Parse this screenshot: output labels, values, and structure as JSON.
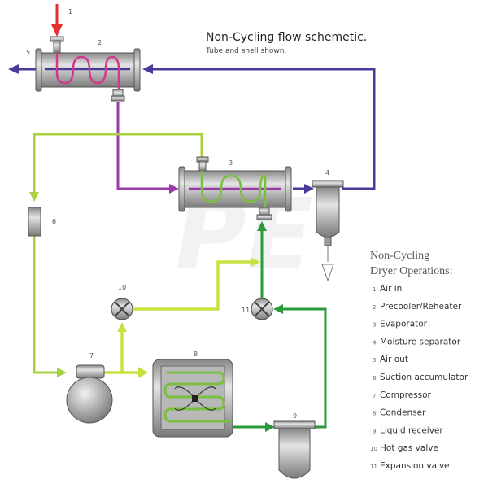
{
  "title": "Non-Cycling flow schemetic.",
  "subtitle": "Tube and shell shown.",
  "callouts": [
    "1",
    "2",
    "3",
    "4",
    "5",
    "6",
    "7",
    "8",
    "9",
    "10",
    "11"
  ],
  "legend": {
    "heading_1": "Non-Cycling",
    "heading_2": "Dryer Operations:",
    "items": [
      {
        "n": "1",
        "label": "Air in"
      },
      {
        "n": "2",
        "label": "Precooler/Reheater"
      },
      {
        "n": "3",
        "label": "Evaporator"
      },
      {
        "n": "4",
        "label": "Moisture separator"
      },
      {
        "n": "5",
        "label": "Air out"
      },
      {
        "n": "6",
        "label": "Suction accumulator"
      },
      {
        "n": "7",
        "label": "Compressor"
      },
      {
        "n": "8",
        "label": "Condenser"
      },
      {
        "n": "9",
        "label": "Liquid receiver"
      },
      {
        "n": "10",
        "label": "Hot gas valve"
      },
      {
        "n": "11",
        "label": "Expansion valve"
      }
    ]
  },
  "colors": {
    "air_in": "#e53030",
    "air_out": "#4a3a9a",
    "hot_air": "#9a3aa8",
    "suction": "#a8d040",
    "hot_gas": "#c8e040",
    "liquid": "#2a9a3a",
    "equipment": "#a8a8a8"
  }
}
